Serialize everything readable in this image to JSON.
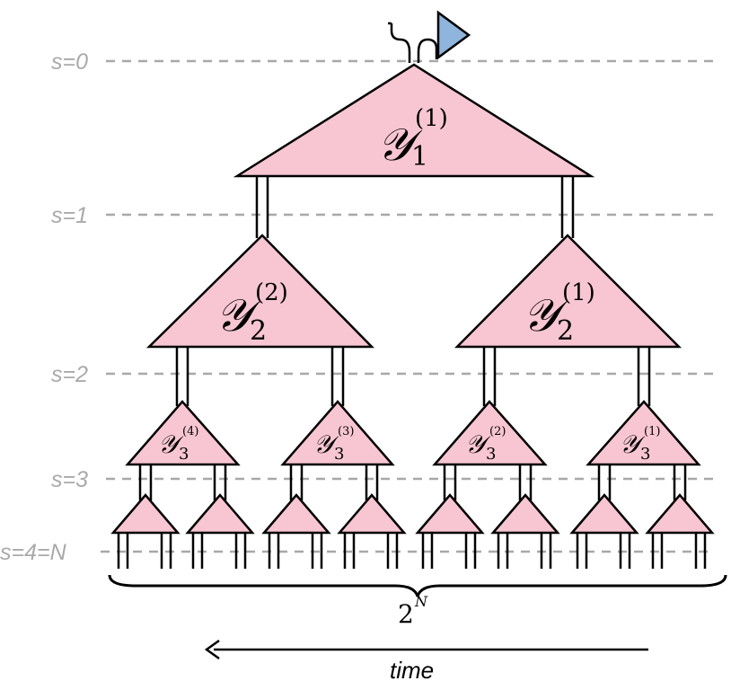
{
  "levels": [
    {
      "label": "s=0"
    },
    {
      "label": "s=1"
    },
    {
      "label": "s=2"
    },
    {
      "label": "s=3"
    },
    {
      "label": "s=4=N"
    }
  ],
  "nodes": [
    {
      "level": 1,
      "letter": "𝒴",
      "subscript": "1",
      "superscript": "(1)"
    },
    {
      "level": 2,
      "letter": "𝒴",
      "subscript": "2",
      "superscript": "(2)"
    },
    {
      "level": 2,
      "letter": "𝒴",
      "subscript": "2",
      "superscript": "(1)"
    },
    {
      "level": 3,
      "letter": "𝒴",
      "subscript": "3",
      "superscript": "(4)"
    },
    {
      "level": 3,
      "letter": "𝒴",
      "subscript": "3",
      "superscript": "(3)"
    },
    {
      "level": 3,
      "letter": "𝒴",
      "subscript": "3",
      "superscript": "(2)"
    },
    {
      "level": 3,
      "letter": "𝒴",
      "subscript": "3",
      "superscript": "(1)"
    }
  ],
  "brace": {
    "base": "2",
    "exponent": "N"
  },
  "time_label": "time",
  "colors": {
    "node_fill": "#f7c6d2",
    "output_triangle": "#8fb5dc",
    "dashed_line": "#a8a8a8",
    "level_text": "#aaaaaa"
  }
}
